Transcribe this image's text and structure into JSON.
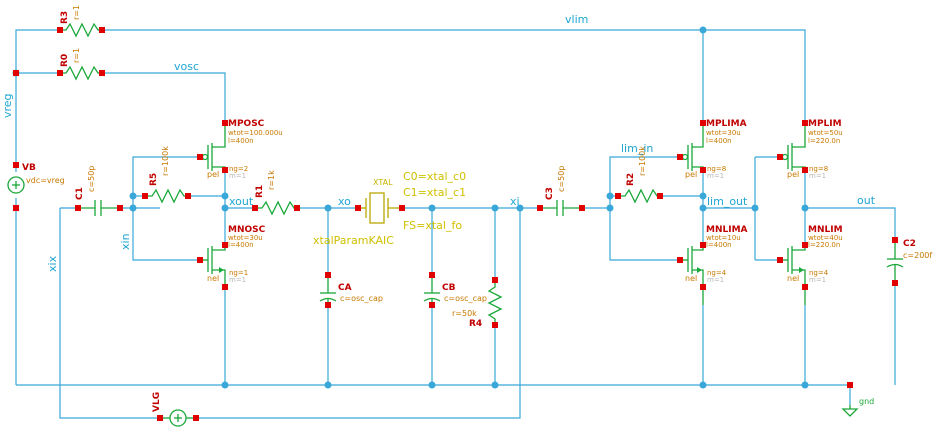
{
  "nets": {
    "vlim": "vlim",
    "vosc": "vosc",
    "vreg": "vreg",
    "xout": "xout",
    "xo": "xo",
    "xi": "xi",
    "xin": "xin",
    "xix": "xix",
    "lim_in": "lim_in",
    "lim_out": "lim_out",
    "out": "out",
    "gnd": "gnd"
  },
  "resistors": [
    {
      "ref": "R3",
      "param": "r=1"
    },
    {
      "ref": "R0",
      "param": "r=1"
    },
    {
      "ref": "R5",
      "param": "r=100k"
    },
    {
      "ref": "R1",
      "param": "r=1k"
    },
    {
      "ref": "R2",
      "param": "r=100k"
    },
    {
      "ref": "R4",
      "param": "r=50k"
    }
  ],
  "capacitors": [
    {
      "ref": "C1",
      "param": "c=50p"
    },
    {
      "ref": "C3",
      "param": "c=50p"
    },
    {
      "ref": "C2",
      "param": "c=200f"
    },
    {
      "ref": "CA",
      "param": "c=osc_cap"
    },
    {
      "ref": "CB",
      "param": "c=osc_cap"
    }
  ],
  "transistors": [
    {
      "ref": "MPOSC",
      "p1": "wtot=100.000u",
      "p2": "l=400n",
      "p3": "ng=2",
      "p4": "m=1",
      "type": "pel"
    },
    {
      "ref": "MNOSC",
      "p1": "wtot=30u",
      "p2": "l=400n",
      "p3": "ng=1",
      "p4": "m=1",
      "type": "nel"
    },
    {
      "ref": "MPLIMA",
      "p1": "wtot=30u",
      "p2": "l=400n",
      "p3": "ng=8",
      "p4": "m=1",
      "type": "pel"
    },
    {
      "ref": "MNLIMA",
      "p1": "wtot=10u",
      "p2": "l=400n",
      "p3": "ng=4",
      "p4": "m=1",
      "type": "nel"
    },
    {
      "ref": "MPLIM",
      "p1": "wtot=50u",
      "p2": "l=220.0n",
      "p3": "ng=8",
      "p4": "m=1",
      "type": "pel"
    },
    {
      "ref": "MNLIM",
      "p1": "wtot=40u",
      "p2": "l=220.0n",
      "p3": "ng=4",
      "p4": "m=1",
      "type": "nel"
    }
  ],
  "sources": {
    "vb_ref": "VB",
    "vb_param": "vdc=vreg",
    "vlg_ref": "VLG"
  },
  "crystal": {
    "ref": "XTAL",
    "cell": "xtalParamKAIC",
    "p1": "C0=xtal_c0",
    "p2": "C1=xtal_c1",
    "p3": "FS=xtal_fo"
  },
  "colors": {
    "wire": "#39a8d8",
    "pin": "#e00000",
    "junction": "#39a8d8",
    "device": "#1aa83a",
    "crystal": "#b8a800"
  }
}
